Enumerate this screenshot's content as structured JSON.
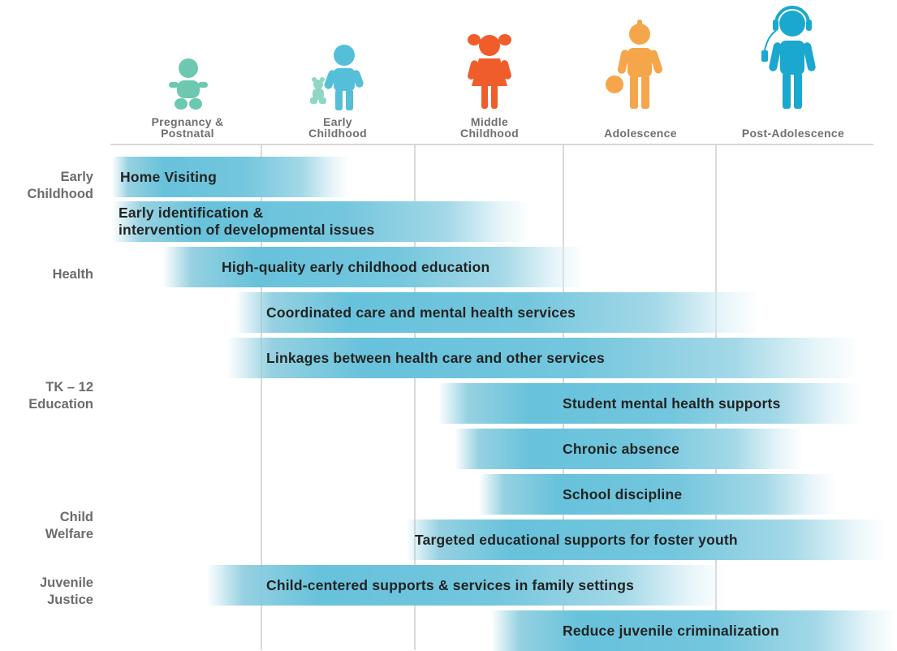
{
  "stages": [
    {
      "label_line1": "Pregnancy &",
      "label_line2": "Postnatal",
      "icon": "baby-icon",
      "color": "#6cc8b0"
    },
    {
      "label_line1": "Early",
      "label_line2": "Childhood",
      "icon": "toddler-with-teddy-icon",
      "color": "#55bfd9"
    },
    {
      "label_line1": "Middle",
      "label_line2": "Childhood",
      "icon": "girl-icon",
      "color": "#ef5d2b"
    },
    {
      "label_line1": "Adolescence",
      "label_line2": "",
      "icon": "boy-with-ball-icon",
      "color": "#f6a64a"
    },
    {
      "label_line1": "Post-Adolescence",
      "label_line2": "",
      "icon": "teen-with-headphones-icon",
      "color": "#1aa8cf"
    }
  ],
  "categories": [
    {
      "line1": "Early",
      "line2": "Childhood"
    },
    {
      "line1": "Health",
      "line2": ""
    },
    {
      "line1": "TK – 12",
      "line2": "Education"
    },
    {
      "line1": "Child",
      "line2": "Welfare"
    },
    {
      "line1": "Juvenile",
      "line2": "Justice"
    }
  ],
  "programs": [
    {
      "line1": "Home Visiting",
      "line2": ""
    },
    {
      "line1": "Early identification &",
      "line2": "intervention of developmental issues"
    },
    {
      "line1": "High-quality early childhood education",
      "line2": ""
    },
    {
      "line1": "Coordinated care and mental health services",
      "line2": ""
    },
    {
      "line1": "Linkages between health care and other services",
      "line2": ""
    },
    {
      "line1": "Student mental health supports",
      "line2": ""
    },
    {
      "line1": "Chronic absence",
      "line2": ""
    },
    {
      "line1": "School discipline",
      "line2": ""
    },
    {
      "line1": "Targeted educational supports for foster youth",
      "line2": ""
    },
    {
      "line1": "Child-centered supports & services in family settings",
      "line2": ""
    },
    {
      "line1": "Reduce juvenile criminalization",
      "line2": ""
    }
  ],
  "colors": {
    "bar_accent": "#67c2db",
    "gridline": "#d9d9d9",
    "label_gray": "#6c6c6c"
  }
}
